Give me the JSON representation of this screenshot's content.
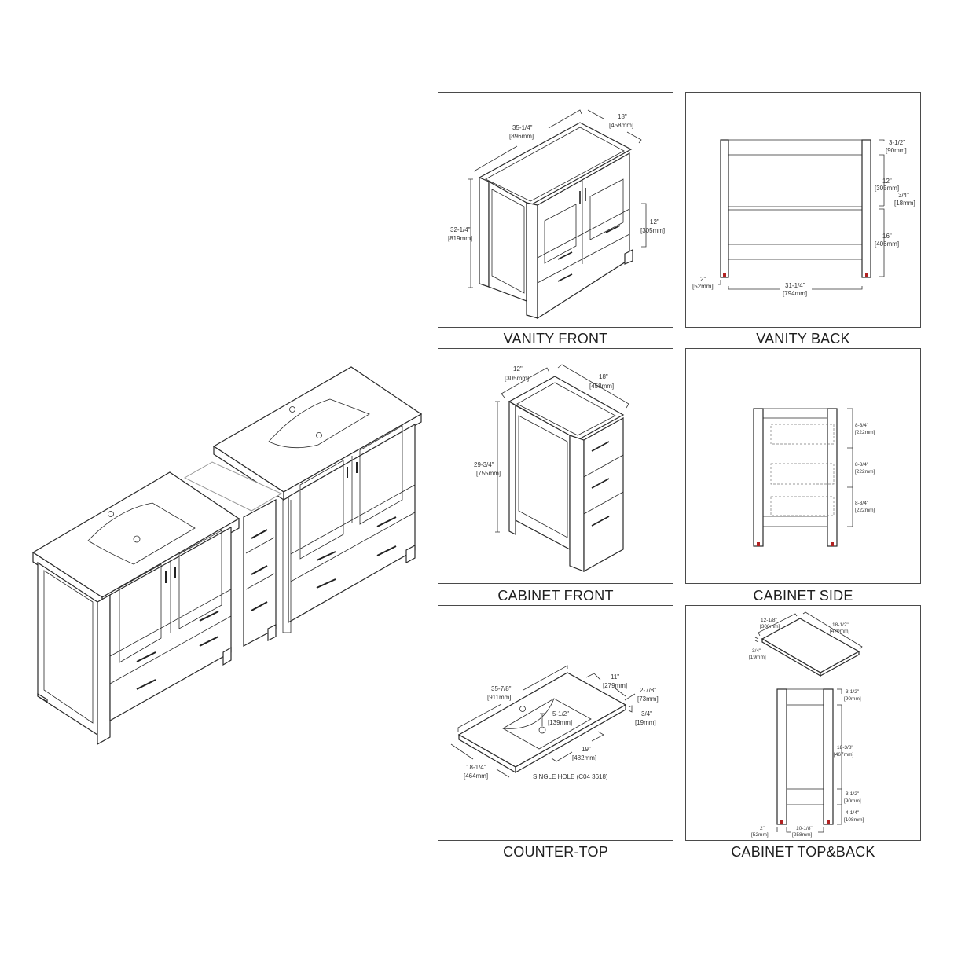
{
  "overview": {
    "description": "Isometric assembly: two vanities with sink tops joined by a side cabinet",
    "components": [
      "vanity-left",
      "side-cabinet",
      "vanity-right"
    ]
  },
  "panels": [
    {
      "id": "vanity-front",
      "label": "VANITY FRONT",
      "dims": {
        "width_in": "35-1/4\"",
        "width_mm": "[896mm]",
        "depth_in": "18\"",
        "depth_mm": "[458mm]",
        "height_in": "32-1/4\"",
        "height_mm": "[819mm]",
        "drawer_in": "12\"",
        "drawer_mm": "[305mm]"
      }
    },
    {
      "id": "vanity-back",
      "label": "VANITY BACK",
      "dims": {
        "top_rail_in": "3-1/2\"",
        "top_rail_mm": "[90mm]",
        "upper_in": "12\"",
        "upper_mm": "[305mm]",
        "shelf_in": "3/4\"",
        "shelf_mm": "[18mm]",
        "lower_in": "16\"",
        "lower_mm": "[406mm]",
        "leg_in": "2\"",
        "leg_mm": "[52mm]",
        "inner_width_in": "31-1/4\"",
        "inner_width_mm": "[794mm]"
      }
    },
    {
      "id": "cabinet-front",
      "label": "CABINET FRONT",
      "dims": {
        "width_in": "12\"",
        "width_mm": "[305mm]",
        "depth_in": "18\"",
        "depth_mm": "[458mm]",
        "height_in": "29-3/4\"",
        "height_mm": "[755mm]"
      }
    },
    {
      "id": "cabinet-side",
      "label": "CABINET SIDE",
      "dims": {
        "drawer1_in": "8-3/4\"",
        "drawer1_mm": "[222mm]",
        "drawer2_in": "8-3/4\"",
        "drawer2_mm": "[222mm]",
        "drawer3_in": "8-3/4\"",
        "drawer3_mm": "[222mm]"
      }
    },
    {
      "id": "counter-top",
      "label": "COUNTER-TOP",
      "dims": {
        "length_in": "35-7/8\"",
        "length_mm": "[911mm]",
        "basin_depth_in": "11\"",
        "basin_depth_mm": "[279mm]",
        "backset_in": "2-7/8\"",
        "backset_mm": "[73mm]",
        "thickness_in": "3/4\"",
        "thickness_mm": "[19mm]",
        "bowl_depth_in": "5-1/2\"",
        "bowl_depth_mm": "[139mm]",
        "basin_width_in": "19\"",
        "basin_width_mm": "[482mm]",
        "depth_in": "18-1/4\"",
        "depth_mm": "[464mm]",
        "note": "SINGLE HOLE (C04 3618)"
      }
    },
    {
      "id": "cabinet-top-back",
      "label": "CABINET TOP&BACK",
      "dims": {
        "top_width_in": "12-1/8\"",
        "top_width_mm": "[308mm]",
        "top_depth_in": "18-1/2\"",
        "top_depth_mm": "[470mm]",
        "top_thick_in": "3/4\"",
        "top_thick_mm": "[19mm]",
        "top_rail_in": "3-1/2\"",
        "top_rail_mm": "[90mm]",
        "panel_in": "18-3/8\"",
        "panel_mm": "[467mm]",
        "bottom_rail_in": "3-1/2\"",
        "bottom_rail_mm": "[90mm]",
        "foot_in": "4-1/4\"",
        "foot_mm": "[108mm]",
        "leg_in": "2\"",
        "leg_mm": "[52mm]",
        "inner_width_in": "10-1/8\"",
        "inner_width_mm": "[258mm]"
      }
    }
  ],
  "colors": {
    "line": "#2a2a2a",
    "border": "#4a4a4a",
    "leveler": "#b22222",
    "background": "#ffffff"
  }
}
